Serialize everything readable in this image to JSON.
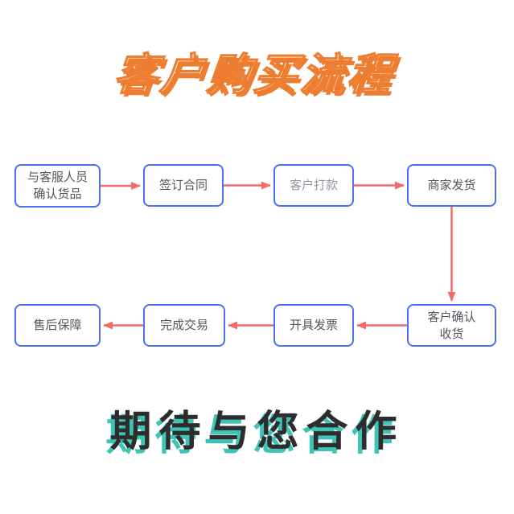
{
  "title": "客户购买流程",
  "footer": "期待与您合作",
  "colors": {
    "title_orange": "#ED7D31",
    "footer_teal": "#3EC4B4",
    "footer_text": "#2D2D2D",
    "arrow_red": "#F16B6B",
    "node_border_blue": "#4D6FF3",
    "node_text": "#54555D",
    "node_text_muted": "#9495A0"
  },
  "flowchart": {
    "nodes": [
      {
        "id": "confirm-goods",
        "label": "与客服人员\n确认货品"
      },
      {
        "id": "sign-contract",
        "label": "签订合同"
      },
      {
        "id": "customer-payment",
        "label": "客户打款"
      },
      {
        "id": "merchant-ship",
        "label": "商家发货"
      },
      {
        "id": "customer-confirm-receipt",
        "label": "客户确认\n收货"
      },
      {
        "id": "issue-invoice",
        "label": "开具发票"
      },
      {
        "id": "complete-transaction",
        "label": "完成交易"
      },
      {
        "id": "after-sales",
        "label": "售后保障"
      }
    ],
    "edges": [
      {
        "from": "confirm-goods",
        "to": "sign-contract"
      },
      {
        "from": "sign-contract",
        "to": "customer-payment"
      },
      {
        "from": "customer-payment",
        "to": "merchant-ship"
      },
      {
        "from": "merchant-ship",
        "to": "customer-confirm-receipt"
      },
      {
        "from": "customer-confirm-receipt",
        "to": "issue-invoice"
      },
      {
        "from": "issue-invoice",
        "to": "complete-transaction"
      },
      {
        "from": "complete-transaction",
        "to": "after-sales"
      }
    ]
  }
}
